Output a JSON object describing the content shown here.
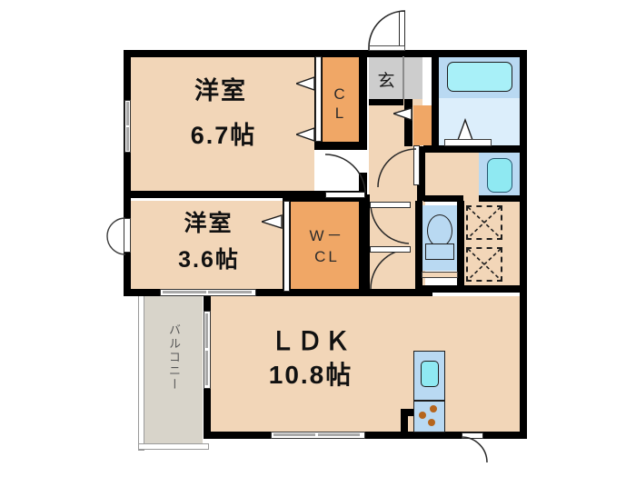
{
  "plan": {
    "type": "japanese-apartment-floor-plan",
    "layout_code": "2LDK",
    "rooms": [
      {
        "id": "washitsu-top",
        "name": "洋室",
        "size": "6.7帖",
        "kind": "bedroom"
      },
      {
        "id": "washitsu-mid",
        "name": "洋室",
        "size": "3.6帖",
        "kind": "bedroom"
      },
      {
        "id": "ldk",
        "name": "ＬＤＫ",
        "size": "10.8帖",
        "kind": "living-dining-kitchen"
      }
    ],
    "closets": [
      {
        "id": "cl",
        "label_line1": "C",
        "label_line2": "L",
        "kind": "closet"
      },
      {
        "id": "wcl",
        "label_line1": "W－",
        "label_line2": "CL",
        "kind": "walk-in-closet"
      }
    ],
    "entrance": {
      "label": "玄",
      "kind": "genkan"
    },
    "balcony": {
      "label": "バルコニー",
      "kind": "balcony"
    },
    "fixtures": [
      {
        "id": "bathtub",
        "name": "bathtub"
      },
      {
        "id": "bath-floor",
        "name": "bath-floor"
      },
      {
        "id": "washbasin",
        "name": "washbasin"
      },
      {
        "id": "toilet",
        "name": "toilet"
      },
      {
        "id": "kitchen-sink",
        "name": "kitchen-sink"
      },
      {
        "id": "stove",
        "name": "gas-stove-3-burner"
      }
    ],
    "storage_marks": [
      {
        "id": "storage-upper",
        "name": "shelf-hatch"
      },
      {
        "id": "storage-lower",
        "name": "shelf-hatch"
      }
    ]
  },
  "colors": {
    "room_floor": "#f2d6b8",
    "closet_orange": "#f0a766",
    "entrance_gray": "#cdcdcd",
    "balcony_gray": "#d8d4ca",
    "bath_floor": "#dceefb",
    "tub_cyan": "#a8f0f8",
    "water_blue": "#b9d9f2",
    "wall_black": "#000000",
    "background": "#ffffff"
  }
}
